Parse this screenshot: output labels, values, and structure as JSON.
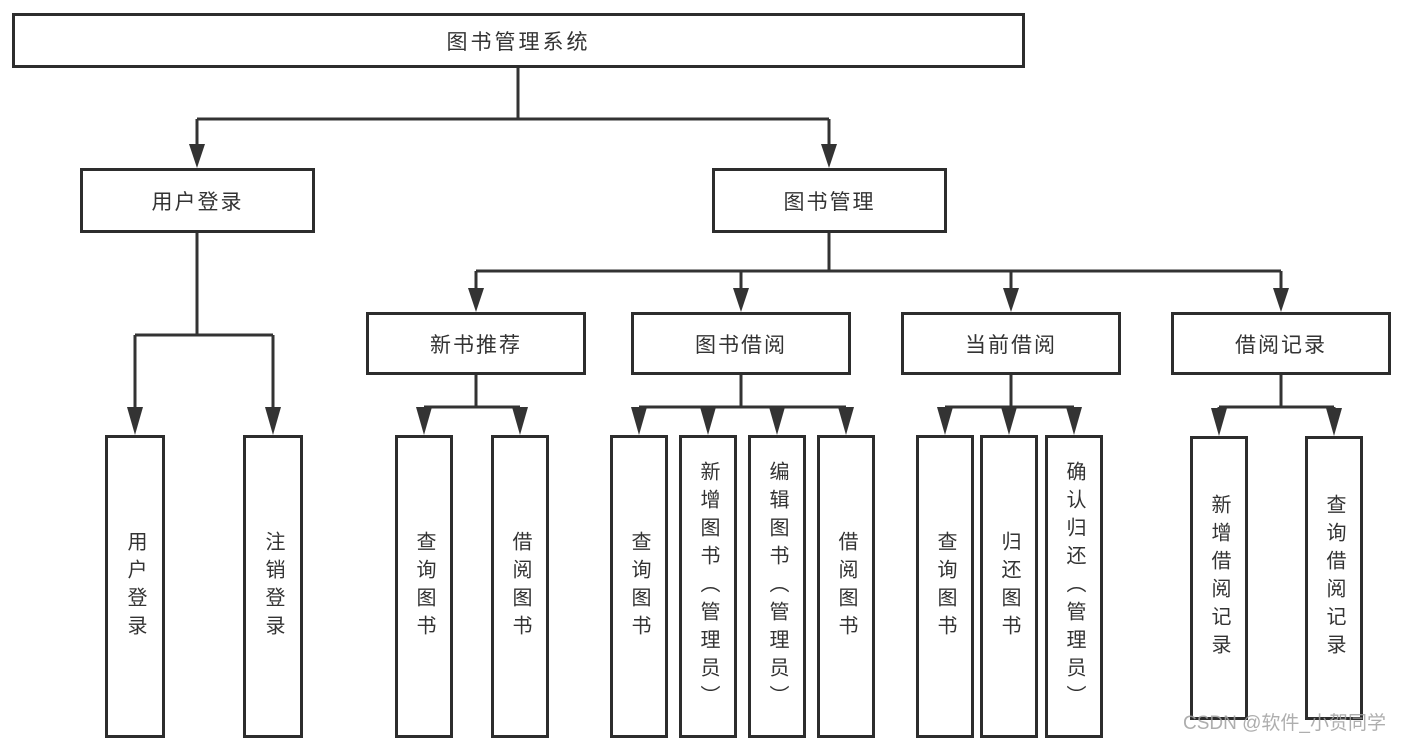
{
  "tree": {
    "label": "图书管理系统",
    "children": [
      {
        "label": "用户登录",
        "children": [
          {
            "label": "用户登录"
          },
          {
            "label": "注销登录"
          }
        ]
      },
      {
        "label": "图书管理",
        "children": [
          {
            "label": "新书推荐",
            "children": [
              {
                "label": "查询图书"
              },
              {
                "label": "借阅图书"
              }
            ]
          },
          {
            "label": "图书借阅",
            "children": [
              {
                "label": "查询图书"
              },
              {
                "label": "新增图书（管理员）"
              },
              {
                "label": "编辑图书（管理员）"
              },
              {
                "label": "借阅图书"
              }
            ]
          },
          {
            "label": "当前借阅",
            "children": [
              {
                "label": "查询图书"
              },
              {
                "label": "归还图书"
              },
              {
                "label": "确认归还（管理员）"
              }
            ]
          },
          {
            "label": "借阅记录",
            "children": [
              {
                "label": "新增借阅记录"
              },
              {
                "label": "查询借阅记录"
              }
            ]
          }
        ]
      }
    ]
  },
  "watermark": {
    "text": "CSDN @软件_小贺同学"
  },
  "colors": {
    "line": "#333333",
    "box_border": "#2d2d2d",
    "text": "#333333",
    "watermark": "#a0a0a0",
    "background": "#ffffff"
  }
}
